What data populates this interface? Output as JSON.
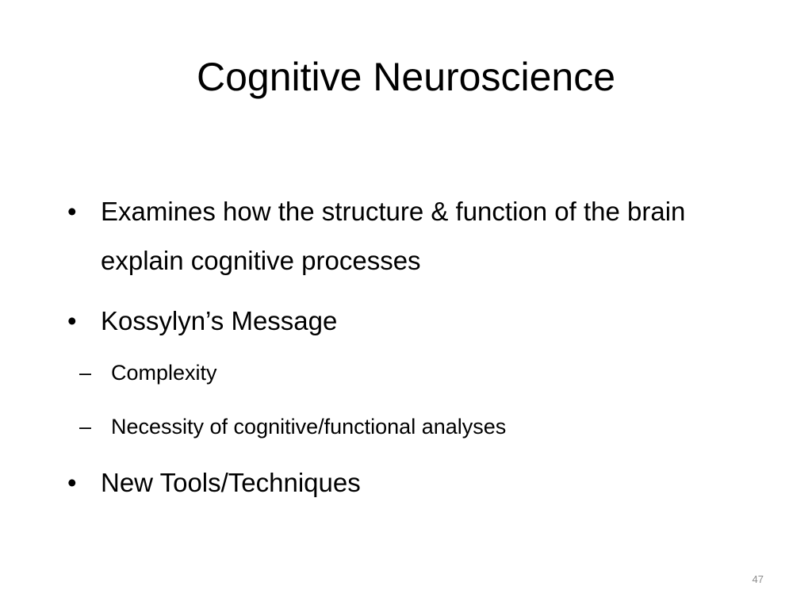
{
  "slide": {
    "title": "Cognitive Neuroscience",
    "bullets": [
      {
        "text": "Examines how the structure & function of the brain explain cognitive processes"
      },
      {
        "text": "Kossylyn’s Message",
        "sub": [
          {
            "text": "Complexity"
          },
          {
            "text": "Necessity of cognitive/functional analyses"
          }
        ]
      },
      {
        "text": "New Tools/Techniques"
      }
    ],
    "bullet_marker": "•",
    "sub_marker": "–",
    "page_number": "47"
  }
}
